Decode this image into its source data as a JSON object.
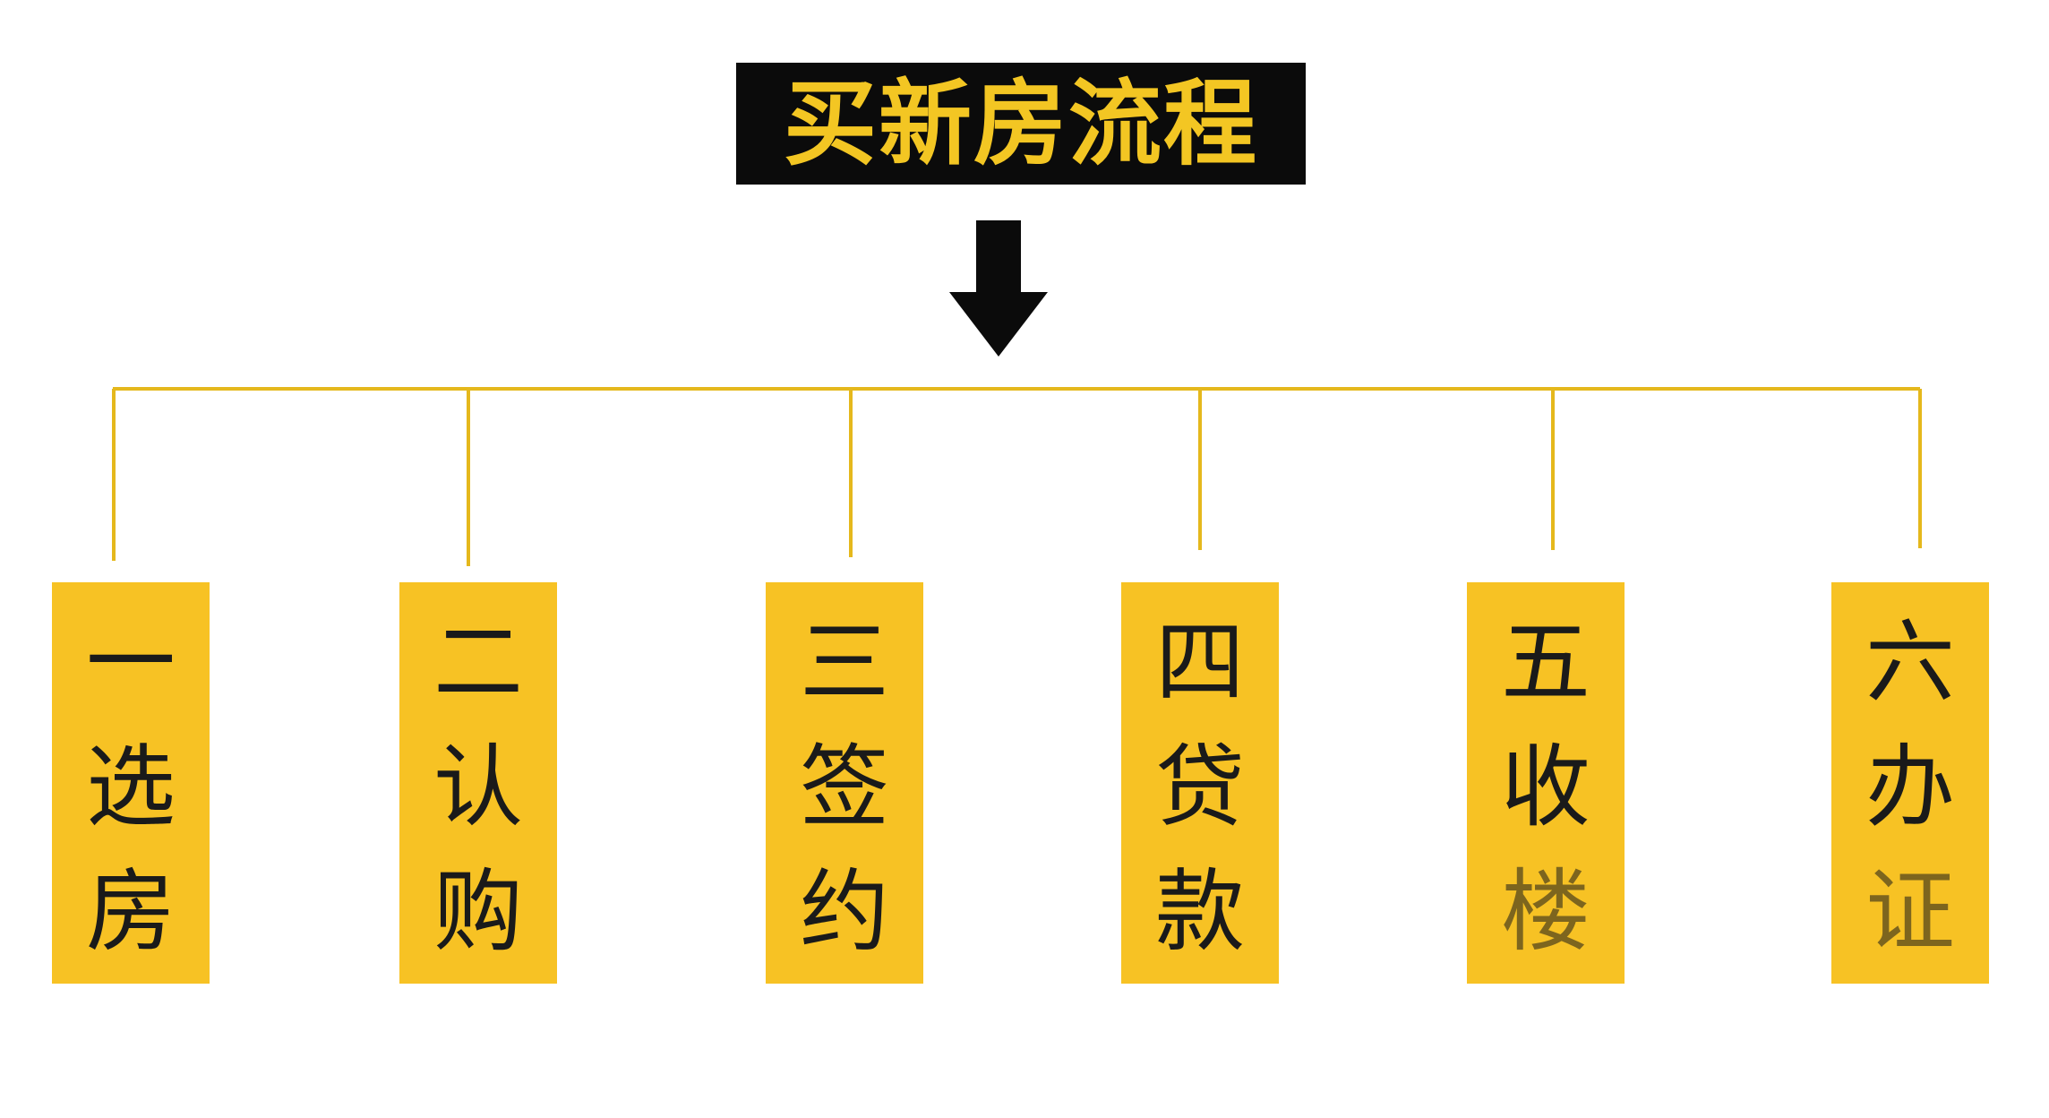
{
  "title": "买新房流程",
  "colors": {
    "title_background": "#0b0b0b",
    "title_text": "#f3c623",
    "step_fill": "#f7c224",
    "connector": "#e5b81c",
    "arrow": "#0b0b0b",
    "step_text": "#1a1a1a"
  },
  "arrow_icon": "down-arrow-icon",
  "steps": [
    {
      "chars": [
        "一",
        "选",
        "房"
      ]
    },
    {
      "chars": [
        "二",
        "认",
        "购"
      ]
    },
    {
      "chars": [
        "三",
        "签",
        "约"
      ]
    },
    {
      "chars": [
        "四",
        "贷",
        "款"
      ]
    },
    {
      "chars": [
        "五",
        "收",
        "楼"
      ]
    },
    {
      "chars": [
        "六",
        "办",
        "证"
      ]
    }
  ]
}
